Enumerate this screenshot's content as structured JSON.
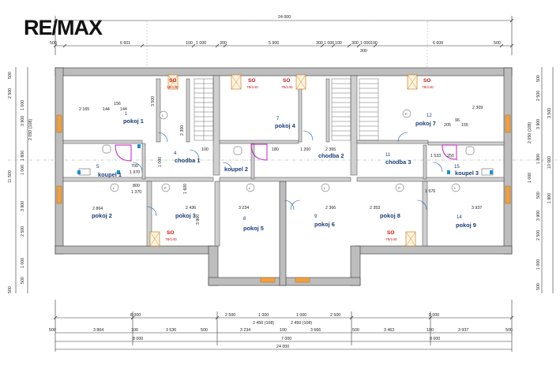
{
  "brand": {
    "logo_text": "RE/MAX"
  },
  "rooms": [
    {
      "id": "pokoj-1",
      "label": "pokoj 1",
      "num": "1"
    },
    {
      "id": "pokoj-2",
      "label": "pokoj 2",
      "num": ""
    },
    {
      "id": "pokoj-3",
      "label": "pokoj 3",
      "num": ""
    },
    {
      "id": "chodba-1",
      "label": "chodba 1",
      "num": "4"
    },
    {
      "id": "koupel-1",
      "label": "koupel 1",
      "num": "5"
    },
    {
      "id": "pokoj-4",
      "label": "pokoj 4",
      "num": "7"
    },
    {
      "id": "koupel-2",
      "label": "koupel 2",
      "num": ""
    },
    {
      "id": "chodba-2",
      "label": "chodba 2",
      "num": ""
    },
    {
      "id": "pokoj-5",
      "label": "pokoj 5",
      "num": "8"
    },
    {
      "id": "pokoj-6",
      "label": "pokoj 6",
      "num": "9"
    },
    {
      "id": "chodba-3",
      "label": "chodba 3",
      "num": "11"
    },
    {
      "id": "pokoj-7",
      "label": "pokoj 7",
      "num": "12"
    },
    {
      "id": "koupel-3",
      "label": "koupel 3",
      "num": "15"
    },
    {
      "id": "pokoj-8",
      "label": "pokoj 8",
      "num": ""
    },
    {
      "id": "pokoj-9",
      "label": "pokoj 9",
      "num": "14"
    }
  ],
  "skylights": [
    {
      "code": "SO",
      "size": "78/140"
    },
    {
      "code": "SO",
      "size": "78/140"
    },
    {
      "code": "SO",
      "size": "78/140"
    },
    {
      "code": "SO",
      "size": "78/140"
    },
    {
      "code": "SO",
      "size": "78/140"
    },
    {
      "code": "SO",
      "size": "78/140"
    }
  ],
  "dims_top": {
    "total": "24 000",
    "parts": [
      "500",
      "6 601",
      "100",
      "1 000",
      "300",
      "5 900",
      "300",
      "1 000",
      "100",
      "300",
      "1 000",
      "100",
      "6 600",
      "500"
    ],
    "sub": "300"
  },
  "dims_bottom": {
    "row1": [
      "8 000",
      "2 500",
      "1 000",
      "1 000",
      "2 500",
      "8 000"
    ],
    "row1b": [
      "2 450 (108)",
      "2 450 (108)"
    ],
    "row2": [
      "500",
      "3 864",
      "100",
      "3 536",
      "500",
      "3 234",
      "100",
      "3 666",
      "500",
      "3 463",
      "100",
      "3 937",
      "500"
    ],
    "row3": [
      "8 000",
      "7 000",
      "8 000"
    ],
    "total": "24 000"
  },
  "dims_left": [
    "500",
    "2 500",
    "3 900",
    "1 000",
    "2 050 (108)",
    "1 800",
    "1 000",
    "11 500",
    "3 900",
    "2 500",
    "1 000",
    "500",
    "500"
  ],
  "dims_right": [
    "500",
    "2 500",
    "3 900",
    "3 500",
    "1 800",
    "10 000",
    "2 050 (108)",
    "1 000",
    "500",
    "1 900",
    "3 900",
    "2 500",
    "1 000",
    "500"
  ],
  "inner_dims": {
    "w2165": "2 165",
    "w156": "156",
    "w144a": "144",
    "w144b": "144",
    "d3500": "3 500",
    "d2300": "2 300",
    "d2864": "2 864",
    "d1970": "1 970",
    "d700": "700",
    "d800": "800",
    "d1370": "1 370",
    "d3234": "3 234",
    "d2366": "2 366",
    "d1600": "1 600",
    "d1200": "1 200",
    "d2365": "2 365",
    "d2436": "2 436",
    "d2353": "2 353",
    "d3937": "3 937",
    "d1976": "1 976",
    "d2309": "2 309",
    "d1533": "1 533",
    "d250": "250",
    "d155": "155",
    "d205": "205",
    "d96": "96",
    "d100": "100",
    "d180": "180",
    "d1000": "1 000",
    "d3900": "3 900"
  }
}
